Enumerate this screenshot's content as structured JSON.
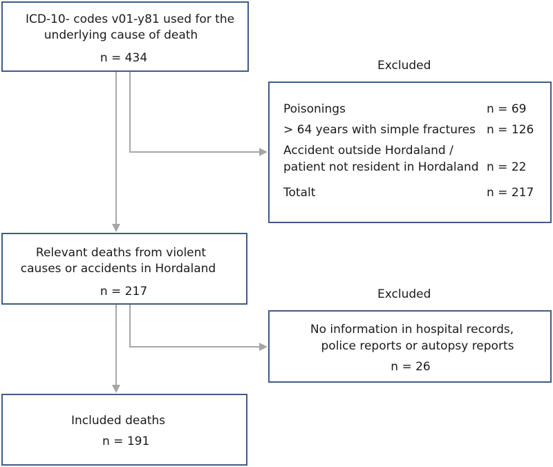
{
  "box1": {
    "line1": "ICD-10- codes v01-y81 used for the",
    "line2": "underlying cause of death",
    "count": "n = 434"
  },
  "excluded1": {
    "heading": "Excluded",
    "rows": [
      {
        "label": "Poisonings",
        "count": "n = 69"
      },
      {
        "label": "> 64 years with simple fractures",
        "count": "n = 126"
      },
      {
        "label": "Accident outside Hordaland /",
        "label2": "patient not resident in Hordaland",
        "count": "n = 22"
      }
    ],
    "total_label": "Totalt",
    "total_count": "n = 217"
  },
  "box2": {
    "line1": "Relevant deaths from violent",
    "line2": "causes or accidents in Hordaland",
    "count": "n = 217"
  },
  "excluded2": {
    "heading": "Excluded",
    "line1": "No information in hospital records,",
    "line2": "police reports or autopsy reports",
    "count": "n = 26"
  },
  "box3": {
    "line1": "Included deaths",
    "count": "n = 191"
  },
  "colors": {
    "box_border": "#3d5a85",
    "connector": "#a6a6a6"
  }
}
